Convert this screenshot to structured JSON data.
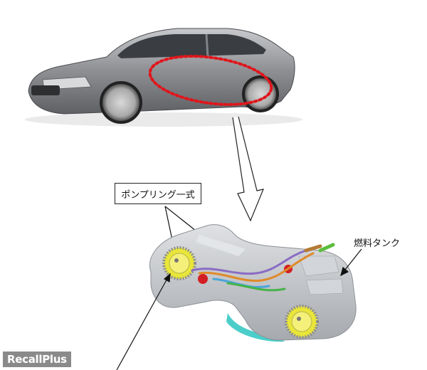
{
  "labels": {
    "pump_ring_set": "ポンプリング一式",
    "fuel_tank": "燃料タンク"
  },
  "watermark": "RecallPlus",
  "colors": {
    "car_body": "#9a9ca0",
    "highlight_dots": "#e0151b",
    "tank_body": "#c9ccd0",
    "pump_ring": "#e9e63a",
    "teal_shield": "#37c9c4"
  }
}
